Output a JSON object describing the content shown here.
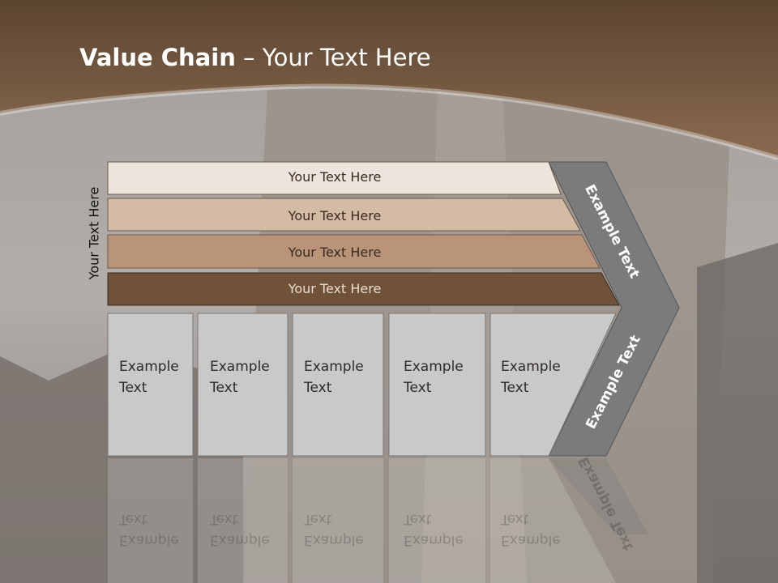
{
  "title": {
    "bold": "Value Chain",
    "rest": " – Your Text Here"
  },
  "side_label": "Your Text Here",
  "bars": [
    {
      "label": "Your Text Here",
      "color": "#ede5dc"
    },
    {
      "label": "Your Text Here",
      "color": "#d3bba4"
    },
    {
      "label": "Your Text Here",
      "color": "#b99478"
    },
    {
      "label": "Your Text Here",
      "color": "#6f5238"
    }
  ],
  "boxes": [
    {
      "line1": "Example",
      "line2": "Text"
    },
    {
      "line1": "Example",
      "line2": "Text"
    },
    {
      "line1": "Example",
      "line2": "Text"
    },
    {
      "line1": "Example",
      "line2": "Text"
    },
    {
      "line1": "Example",
      "line2": "Text"
    }
  ],
  "chevron": {
    "upper_label": "Example Text",
    "lower_label": "Example Text",
    "color": "#7b7b7b"
  },
  "colors": {
    "header": "#7b5f47",
    "box": "#c9c9c9"
  }
}
